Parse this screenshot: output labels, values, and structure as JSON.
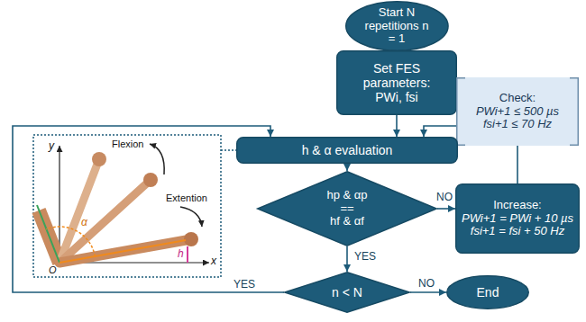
{
  "diagram": {
    "nodes": [
      {
        "text": [
          "Start N repetitions n = 1"
        ]
      },
      {
        "text": [
          "Set FES parameters: PWi, fsi"
        ]
      },
      {
        "text": [
          "Check:",
          "PWi+1 ≤ 500 µs",
          "fsi+1 ≤ 70 Hz"
        ]
      },
      {
        "text": [
          "h & α evaluation"
        ]
      },
      {
        "text": [
          "hp & αp",
          "==",
          "hf & αf"
        ]
      },
      {
        "text": [
          "Increase:",
          "PWi+1 = PWi + 10 µs",
          "fsi+1 = fsi + 50 Hz"
        ]
      },
      {
        "text": [
          "n < N"
        ]
      },
      {
        "text": [
          "End"
        ]
      }
    ],
    "edges": [
      {
        "from": 0,
        "to": 1,
        "arrow": "to"
      },
      {
        "from": 1,
        "to": 3,
        "arrow": "to"
      },
      {
        "from": 2,
        "to": 3,
        "arrow": "to"
      },
      {
        "from": 3,
        "to": 4,
        "arrow": "to"
      },
      {
        "from": 4,
        "to": 5,
        "label": "NO",
        "arrow": "to"
      },
      {
        "from": 5,
        "to": 2,
        "arrow": "none"
      },
      {
        "from": 4,
        "to": 6,
        "label": "YES",
        "arrow": "to"
      },
      {
        "from": 6,
        "to": 3,
        "label": "YES",
        "arrow": "to"
      },
      {
        "from": 6,
        "to": 7,
        "label": "NO",
        "arrow": "to"
      }
    ],
    "labels": [
      "Flexion",
      "Extention",
      "y",
      "x",
      "O",
      "h",
      "α"
    ]
  }
}
